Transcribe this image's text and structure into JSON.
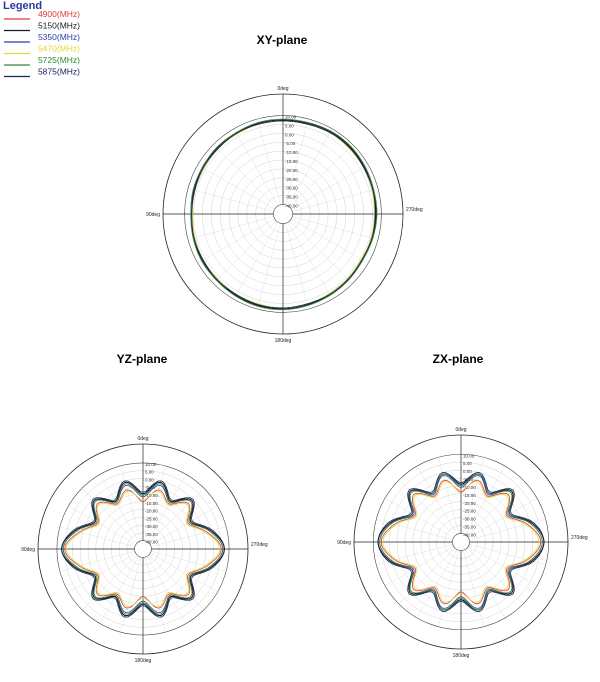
{
  "legend": {
    "title": "Legend",
    "items": [
      {
        "label": "4900(MHz)",
        "color": "#e23a3a"
      },
      {
        "label": "5150(MHz)",
        "color": "#1a1a1a"
      },
      {
        "label": "5350(MHz)",
        "color": "#2a3fb0"
      },
      {
        "label": "5470(MHz)",
        "color": "#e6d83a"
      },
      {
        "label": "5725(MHz)",
        "color": "#2e8b3a"
      },
      {
        "label": "5875(MHz)",
        "color": "#1a2260"
      }
    ]
  },
  "chart_data": [
    {
      "type": "polar",
      "title": "XY-plane",
      "radial_ticks": [
        "10.00",
        "5.00",
        "0.00",
        "-5.00",
        "-10.00",
        "-15.00",
        "-20.00",
        "-25.00",
        "-30.00",
        "-35.00",
        "-40.00"
      ],
      "angle_labels": {
        "top": "0deg",
        "right": "270deg",
        "bottom": "180deg",
        "left": "90deg"
      },
      "rlim": [
        -40,
        10
      ],
      "grid": true,
      "series": [
        {
          "color": "#e23a3a",
          "gain_db": [
            7,
            7,
            7,
            6.5,
            6.5,
            6.5,
            6,
            6.5,
            6.5,
            6.5,
            7,
            7.5,
            7.5,
            7,
            7,
            6.5,
            6,
            6,
            6.5,
            6.5,
            7,
            7.5,
            7.5,
            7
          ]
        },
        {
          "color": "#1a1a1a",
          "gain_db": [
            7.5,
            7.5,
            7,
            7,
            7,
            6.5,
            6,
            6.5,
            7,
            7,
            7.5,
            8,
            8,
            7.5,
            7,
            6.5,
            6,
            6.5,
            7,
            7,
            7.5,
            8,
            8,
            7.5
          ]
        },
        {
          "color": "#2a3fb0",
          "gain_db": [
            7,
            7,
            7,
            6.5,
            6,
            6,
            6,
            6,
            6.5,
            6.5,
            7,
            7.5,
            7.5,
            7,
            6.5,
            6,
            6,
            6,
            6.5,
            6.5,
            7,
            7.5,
            7.5,
            7
          ]
        },
        {
          "color": "#e6d83a",
          "gain_db": [
            7,
            7,
            6.5,
            6.5,
            6,
            6,
            5.5,
            6,
            6.5,
            6.5,
            7,
            7,
            7.5,
            7,
            6.5,
            6,
            5.5,
            6,
            6,
            6.5,
            7,
            7,
            7.5,
            7
          ]
        },
        {
          "color": "#2e8b3a",
          "gain_db": [
            8,
            8,
            7.5,
            7.5,
            7,
            7,
            6.5,
            7,
            7.5,
            7.5,
            8,
            8.5,
            8.5,
            8,
            7.5,
            7,
            6.5,
            7,
            7.5,
            7.5,
            8,
            8.5,
            8.5,
            8
          ]
        },
        {
          "color": "#1a2260",
          "gain_db": [
            7,
            7,
            7,
            6.5,
            6.5,
            6,
            6,
            6.5,
            6.5,
            7,
            7,
            7.5,
            7.5,
            7,
            7,
            6.5,
            6,
            6.5,
            6.5,
            7,
            7,
            7.5,
            7.5,
            7
          ]
        }
      ]
    },
    {
      "type": "polar",
      "title": "YZ-plane",
      "radial_ticks": [
        "10.00",
        "5.00",
        "0.00",
        "-5.00",
        "-10.00",
        "-15.00",
        "-20.00",
        "-25.00",
        "-30.00",
        "-35.00",
        "-40.00"
      ],
      "angle_labels": {
        "top": "0deg",
        "right": "270deg",
        "bottom": "180deg",
        "left": "90deg"
      },
      "rlim": [
        -40,
        10
      ],
      "grid": true,
      "series": [
        {
          "color": "#e23a3a",
          "gain_db": [
            -15,
            -6,
            -12,
            -4,
            -12,
            -3,
            5,
            -3,
            -12,
            -4,
            -12,
            -6,
            -15,
            -6,
            -12,
            -4,
            -12,
            -3,
            5,
            -3,
            -12,
            -4,
            -12,
            -6
          ]
        },
        {
          "color": "#1a1a1a",
          "gain_db": [
            -10,
            -1,
            -10,
            -1,
            -10,
            0,
            7,
            0,
            -10,
            -1,
            -10,
            -1,
            -10,
            -1,
            -10,
            -1,
            -10,
            0,
            7,
            0,
            -10,
            -1,
            -10,
            -1
          ]
        },
        {
          "color": "#2a3fb0",
          "gain_db": [
            -12,
            -3,
            -11,
            -2,
            -11,
            -1,
            6,
            -1,
            -11,
            -2,
            -11,
            -3,
            -12,
            -3,
            -11,
            -2,
            -11,
            -1,
            6,
            -1,
            -11,
            -2,
            -11,
            -3
          ]
        },
        {
          "color": "#e6d83a",
          "gain_db": [
            -14,
            -7,
            -13,
            -5,
            -13,
            -4,
            4,
            -4,
            -13,
            -5,
            -13,
            -7,
            -14,
            -7,
            -13,
            -5,
            -13,
            -4,
            4,
            -4,
            -13,
            -5,
            -13,
            -7
          ]
        },
        {
          "color": "#2e8b3a",
          "gain_db": [
            -11,
            -2,
            -11,
            -2,
            -11,
            -1,
            6,
            -1,
            -11,
            -2,
            -11,
            -2,
            -11,
            -2,
            -11,
            -2,
            -11,
            -1,
            6,
            -1,
            -11,
            -2,
            -11,
            -2
          ]
        },
        {
          "color": "#1a2260",
          "gain_db": [
            -9,
            0,
            -9,
            0,
            -9,
            1,
            7,
            1,
            -9,
            0,
            -9,
            0,
            -9,
            0,
            -9,
            0,
            -9,
            1,
            7,
            1,
            -9,
            0,
            -9,
            0
          ]
        }
      ]
    },
    {
      "type": "polar",
      "title": "ZX-plane",
      "radial_ticks": [
        "10.00",
        "5.00",
        "0.00",
        "-5.00",
        "-10.00",
        "-15.00",
        "-20.00",
        "-25.00",
        "-30.00",
        "-35.00",
        "-40.00"
      ],
      "angle_labels": {
        "top": "0deg",
        "right": "270deg",
        "bottom": "180deg",
        "left": "90deg"
      },
      "rlim": [
        -40,
        10
      ],
      "grid": true,
      "series": [
        {
          "color": "#e23a3a",
          "gain_db": [
            -14,
            -5,
            -12,
            -3,
            -12,
            -2,
            5,
            -2,
            -12,
            -3,
            -12,
            -5,
            -14,
            -5,
            -12,
            -3,
            -12,
            -2,
            5,
            -2,
            -12,
            -3,
            -12,
            -5
          ]
        },
        {
          "color": "#1a1a1a",
          "gain_db": [
            -9,
            -1,
            -10,
            0,
            -10,
            1,
            7,
            1,
            -10,
            0,
            -10,
            -1,
            -9,
            -1,
            -10,
            0,
            -10,
            1,
            7,
            1,
            -10,
            0,
            -10,
            -1
          ]
        },
        {
          "color": "#2a3fb0",
          "gain_db": [
            -11,
            -2,
            -11,
            -1,
            -11,
            0,
            6,
            0,
            -11,
            -1,
            -11,
            -2,
            -11,
            -2,
            -11,
            -1,
            -11,
            0,
            6,
            0,
            -11,
            -1,
            -11,
            -2
          ]
        },
        {
          "color": "#e6d83a",
          "gain_db": [
            -13,
            -6,
            -13,
            -4,
            -13,
            -3,
            4,
            -3,
            -13,
            -4,
            -13,
            -6,
            -13,
            -6,
            -13,
            -4,
            -13,
            -3,
            4,
            -3,
            -13,
            -4,
            -13,
            -6
          ]
        },
        {
          "color": "#2e8b3a",
          "gain_db": [
            -10,
            -1,
            -10,
            -1,
            -10,
            0,
            6,
            0,
            -10,
            -1,
            -10,
            -1,
            -10,
            -1,
            -10,
            -1,
            -10,
            0,
            6,
            0,
            -10,
            -1,
            -10,
            -1
          ]
        },
        {
          "color": "#1a2260",
          "gain_db": [
            -8,
            0,
            -9,
            1,
            -9,
            2,
            7,
            2,
            -9,
            1,
            -9,
            0,
            -8,
            0,
            -9,
            1,
            -9,
            2,
            7,
            2,
            -9,
            1,
            -9,
            0
          ]
        }
      ]
    }
  ]
}
